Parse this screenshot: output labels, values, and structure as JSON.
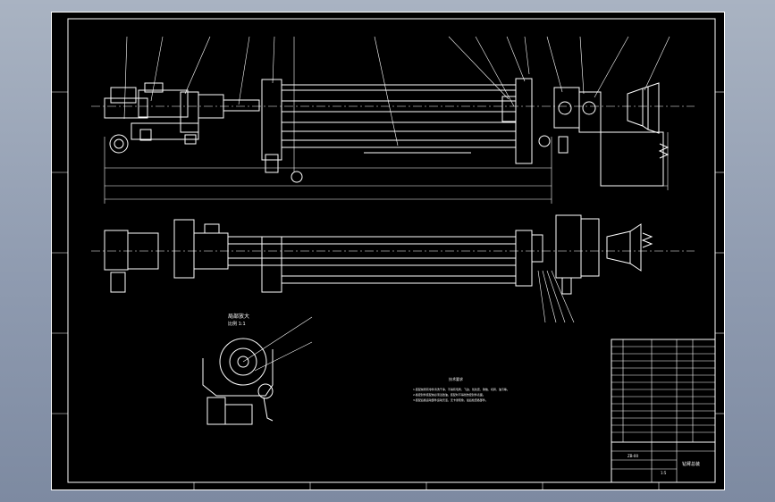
{
  "app": {
    "background_color": "#8f9bb0",
    "drawing_background": "#000000",
    "line_color": "#ffffff"
  },
  "drawing": {
    "detail_label_line1": "局部放大",
    "detail_label_line2": "比例 1:1",
    "tech_requirements_title": "技术要求",
    "tech_requirements": [
      "1.装配前所有零件清洗干净，不得有毛刺、飞边、氧化皮、锈蚀、切屑、油污等。",
      "2.各密封件装配前必须浸透油，装配时不得划伤密封件表面。",
      "3.装配后各运动部件运动灵活，无卡滞现象，最后检查各部件。"
    ],
    "title_block": {
      "drawing_name": "钻臂总装",
      "drawing_number": "ZB-00",
      "scale": "1:5"
    }
  }
}
